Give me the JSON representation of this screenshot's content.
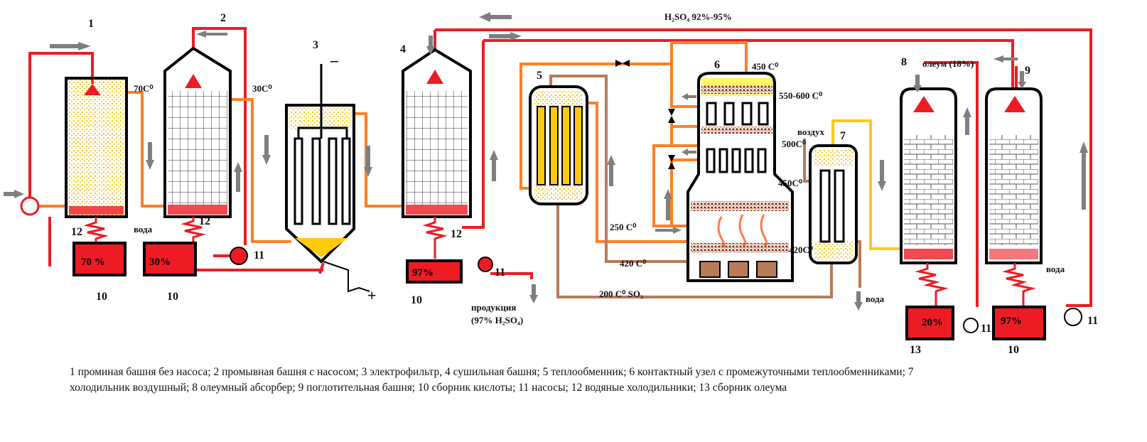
{
  "units": {
    "u1": "1",
    "u2": "2",
    "u3": "3",
    "u4": "4",
    "u5": "5",
    "u6": "6",
    "u7": "7",
    "u8": "8",
    "u9": "9",
    "u10": "10",
    "u11": "11",
    "u12": "12",
    "u13": "13",
    "minus": "–",
    "plus": "+"
  },
  "labels": {
    "acid_top": "H₂SO₄  92%-95%",
    "t70": "70C⁰",
    "t30": "30C⁰",
    "t450": "450 C⁰",
    "t550": "550-600 C⁰",
    "t250": "250 C⁰",
    "t420": "420 C⁰",
    "t200": "200 C⁰ SO₃",
    "t500": "500C⁰",
    "t450b": "450C⁰",
    "t420b": "420C⁰",
    "air": "воздух",
    "water": "вода",
    "oleum": "олеум (18%)",
    "product_1": "продукция",
    "product_2": "(97% H₂SO₄)"
  },
  "tanks": {
    "c1": "70 %",
    "c2": "30%",
    "c4": "97%",
    "c8": "20%",
    "c9": "97%"
  },
  "colors": {
    "acid": "#ed1c24",
    "hot": "#ff7f27",
    "gas": "#b97a57",
    "catalyst": "#ffc90e",
    "arrow": "#7f7f7f"
  },
  "caption": {
    "line1": "1 проминая башня без насоса; 2 промывная башня с насосом; 3 электрофильтр, 4 сушильная башня; 5 теплообменник; 6 контактный узел с промежуточными теплообменниками; 7",
    "line2": "холодильник воздушный; 8 олеумный абсорбер; 9 поглотительная башня; 10 сборник кислоты; 11 насосы; 12 водяные холодильники; 13 сборник олеума"
  }
}
